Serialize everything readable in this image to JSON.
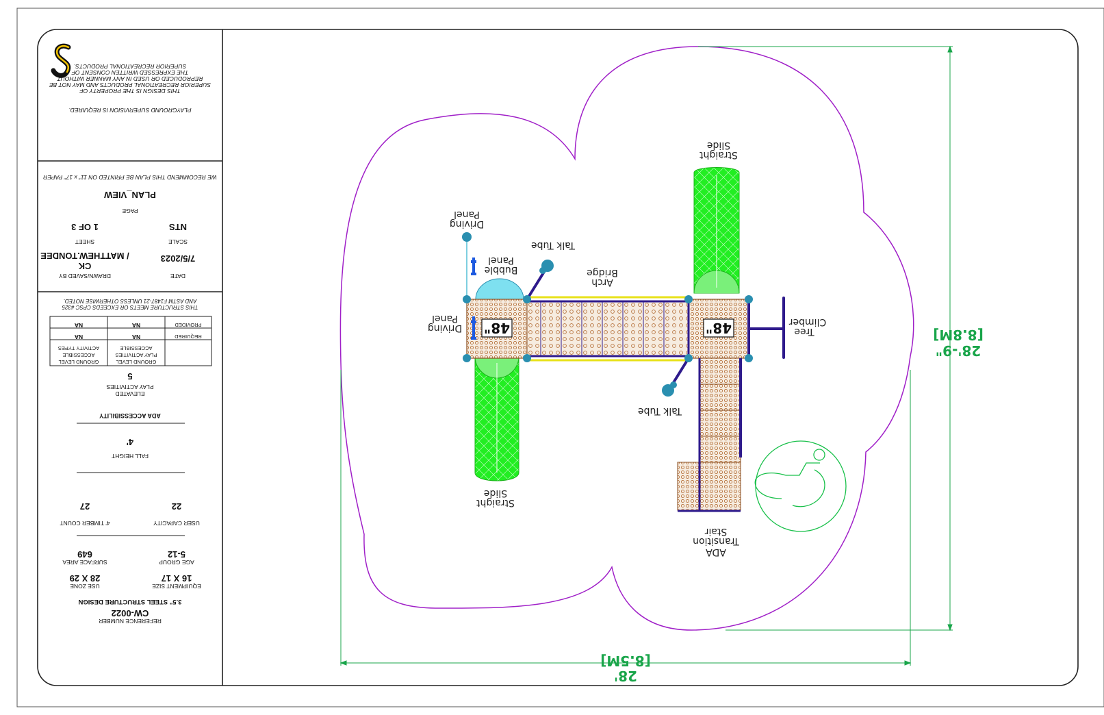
{
  "notice": {
    "line1": "PLAYGROUND SUPERVISION IS REQUIRED.",
    "line2": "THIS DESIGN IS THE PROPERTY OF",
    "line3": "SUPERIOR RECREATIONAL PRODUCTS AND MAY NOT BE",
    "line4": "REPRODUCED OR USED IN ANY MANNER WITHOUT",
    "line5": "THE EXPRESSED WRITTEN CONSENT OF",
    "line6": "SUPERIOR RECREATIONAL PRODUCTS."
  },
  "title_block": {
    "print_note": "WE RECOMMEND THIS PLAN BE PRINTED ON 11\" x 17\" PAPER",
    "page_label": "PAGE",
    "page_value": "PLAN_VIEW",
    "scale_label": "SCALE",
    "scale_value": "NTS",
    "sheet_label": "SHEET",
    "sheet_value": "1 OF 3",
    "date_label": "DATE",
    "date_value": "7/5/2023",
    "drawn_label": "DRAWN/SAVED BY",
    "drawn_value_1": "CK",
    "drawn_value_2": "/ MATTHEW.TONDEE"
  },
  "compliance": {
    "line1": "THIS STRUCTURE MEETS OR EXCEEDS CPSC #325",
    "line2": "AND ASTM F1487-21 UNLESS OTHERWISE NOTED."
  },
  "accessibility_table": {
    "col1_line1": "GROUND LEVEL",
    "col1_line2": "PLAY ACTIVITIES",
    "col1_line3": "ACCESSIBLE",
    "col2_line1": "GROUND LEVEL",
    "col2_line2": "ACCESSIBLE",
    "col2_line3": "ACTIVITY TYPES",
    "row_required": "REQUIRED",
    "row_provided": "PROVIDED",
    "required_1": "NA",
    "required_2": "NA",
    "provided_1": "NA",
    "provided_2": "NA"
  },
  "elevated": {
    "label1": "ELEVATED",
    "label2": "PLAY ACTIVITIES",
    "value": "5"
  },
  "ada_heading": "ADA ACCESSIBILITY",
  "fall_height": {
    "label": "FALL HEIGHT",
    "value": "4'"
  },
  "capacity": {
    "user_label": "USER CAPACITY",
    "user_value": "22",
    "timber_label": "4' TIMBER COUNT",
    "timber_value": "27"
  },
  "specs": {
    "age_label": "AGE GROUP",
    "age_value": "5-12",
    "surface_label": "SURFACE AREA",
    "surface_value": "649",
    "equip_label": "EQUIPMENT SIZE",
    "equip_value": "16 X 17",
    "zone_label": "USE ZONE",
    "zone_value": "28 X 29"
  },
  "design_title": "3.5\" STEEL STRUCTURE DESIGN",
  "reference": {
    "value": "CW-0022",
    "label": "REFERENCE NUMBER"
  },
  "labels": {
    "slide_top_1": "Straight",
    "slide_top_2": "Slide",
    "slide_bottom_1": "Straight",
    "slide_bottom_2": "Slide",
    "driving_top_1": "Driving",
    "driving_top_2": "Panel",
    "driving_mid_1": "Driving",
    "driving_mid_2": "Panel",
    "talk_tube_top": "Talk Tube",
    "talk_tube_bottom": "Talk Tube",
    "bubble_1": "Bubble",
    "bubble_2": "Panel",
    "arch_1": "Arch",
    "arch_2": "Bridge",
    "tree_1": "Tree",
    "tree_2": "Climber",
    "ada_1": "ADA",
    "ada_2": "Transition",
    "ada_3": "Stair",
    "deck_left": "48\"",
    "deck_right": "48\""
  },
  "dimensions": {
    "width_ft": "28'",
    "width_m": "[8.5M]",
    "height_ft": "28'-9\"",
    "height_m": "[8.8M]"
  },
  "colors": {
    "use_zone": "#a020c8",
    "slide": "#22ee22",
    "deck": "#b5713a",
    "post": "#2a8fb0",
    "frame": "#2e1a8c",
    "dimension": "#19a54a"
  }
}
